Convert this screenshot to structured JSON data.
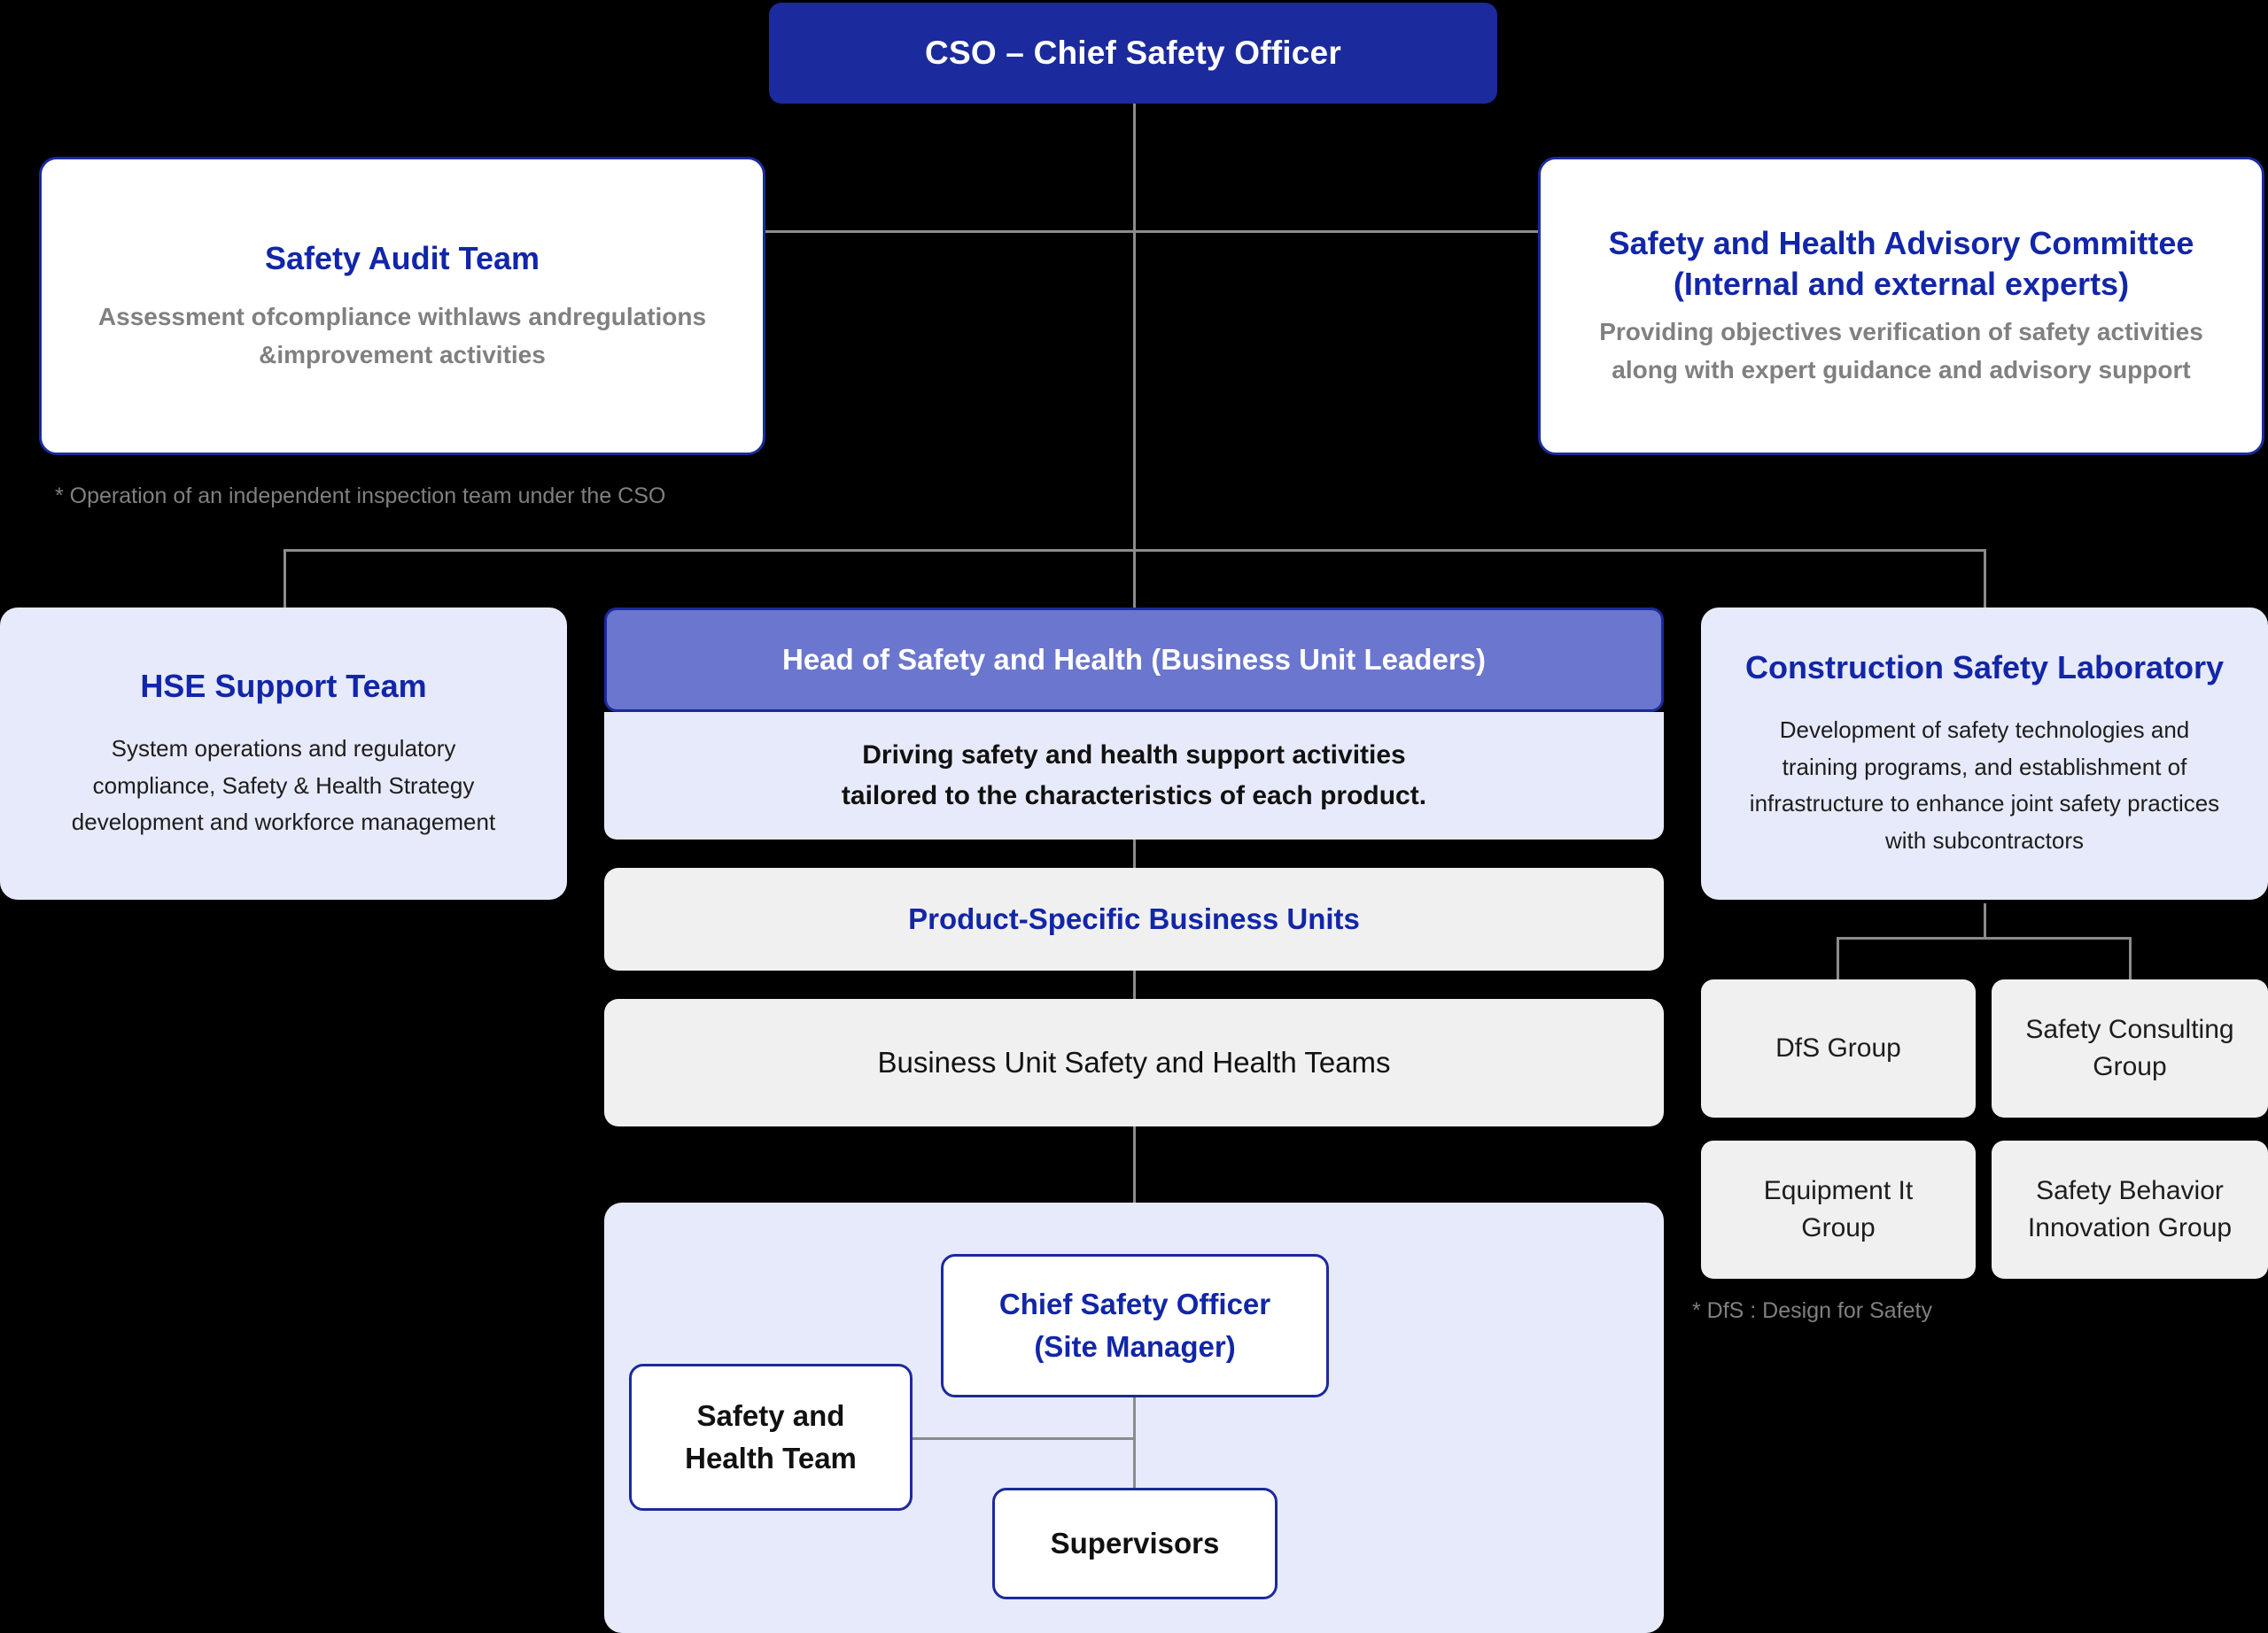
{
  "colors": {
    "primary_navy": "#1b2a9c",
    "title_blue": "#1226a8",
    "periwinkle": "#6b76ce",
    "lavender": "#e7eafa",
    "light_gray": "#f0f0f0",
    "muted_gray": "#808080",
    "connector_gray": "#8c8c8c",
    "canvas": "#000000"
  },
  "top": {
    "cso_title": "CSO – Chief Safety Officer"
  },
  "audit": {
    "title": "Safety Audit Team",
    "description": "Assessment ofcompliance withlaws andregulations &improvement activities",
    "footnote": "* Operation of an independent inspection team under the CSO"
  },
  "advisory": {
    "title_line1": "Safety and Health Advisory Committee",
    "title_line2": "(Internal and external experts)",
    "description": "Providing objectives verification of safety activities along with expert guidance and advisory support"
  },
  "hse": {
    "title": "HSE Support Team",
    "description": "System operations and regulatory compliance, Safety & Health Strategy development and workforce management"
  },
  "center": {
    "head_title": "Head of Safety and Health (Business Unit Leaders)",
    "head_desc_line1": "Driving safety and health support activities",
    "head_desc_line2": "tailored to the characteristics of each product.",
    "business_units_label": "Product-Specific Business Units",
    "bu_teams_label": "Business Unit Safety and Health Teams"
  },
  "lab": {
    "title": "Construction Safety Laboratory",
    "description": "Development of safety technologies and training programs, and establishment of infrastructure to enhance joint safety practices with subcontractors",
    "groups": [
      {
        "label": "DfS Group"
      },
      {
        "label": "Safety Consulting Group"
      },
      {
        "label": "Equipment It Group"
      },
      {
        "label": "Safety Behavior Innovation Group"
      }
    ],
    "footnote": "* DfS : Design for Safety"
  },
  "site": {
    "chief_line1": "Chief Safety Officer",
    "chief_line2": "(Site Manager)",
    "sh_team_line1": "Safety and",
    "sh_team_line2": "Health Team",
    "supervisors_label": "Supervisors"
  }
}
